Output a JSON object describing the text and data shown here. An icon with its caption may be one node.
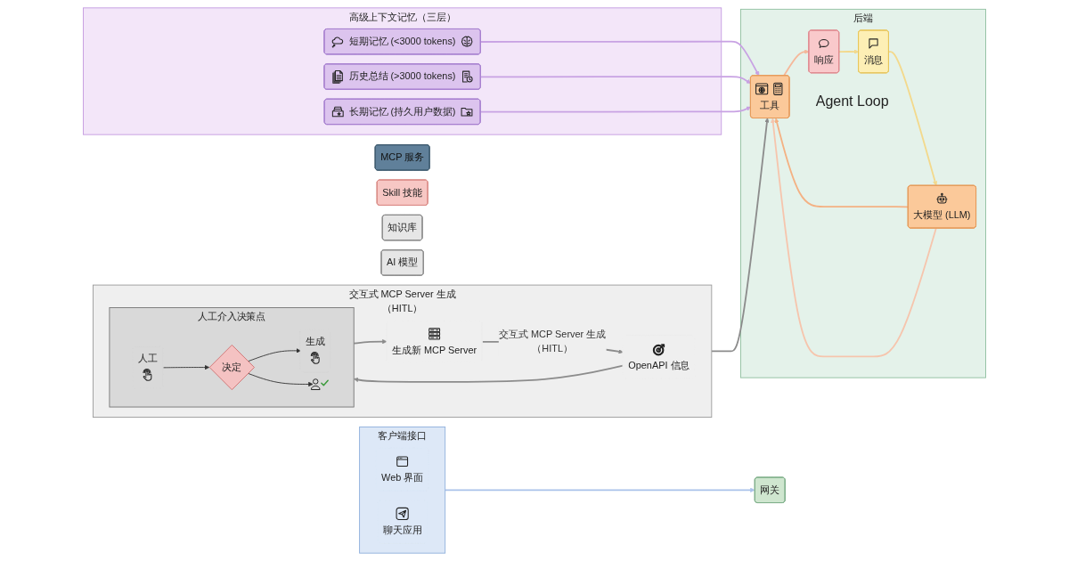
{
  "diagram": {
    "nodes": [
      {
        "text": [
          "客户端接口"
        ]
      },
      {
        "text": [
          "Web 界面"
        ],
        "in": 0
      },
      {
        "text": [
          "聊天应用"
        ],
        "in": 0
      },
      {
        "text": [
          "网关"
        ]
      },
      {
        "text": [
          "后端"
        ]
      },
      {
        "text": [
          "消息"
        ],
        "in": 4
      },
      {
        "text": [
          "响应"
        ],
        "in": 4
      },
      {
        "text": [
          "大模型 (LLM)"
        ],
        "in": 4
      },
      {
        "text": [
          "工具"
        ],
        "in": 4
      },
      {
        "text": [
          "高级上下文记忆（三层）"
        ]
      },
      {
        "text": [
          "短期记忆 (<3000 tokens)"
        ],
        "in": 9
      },
      {
        "text": [
          "历史总结 (>3000 tokens)"
        ],
        "in": 9
      },
      {
        "text": [
          "长期记忆 (持久用户数据)"
        ],
        "in": 9
      },
      {
        "text": [
          "MCP 服务"
        ]
      },
      {
        "text": [
          "Skill 技能"
        ]
      },
      {
        "text": [
          "知识库"
        ]
      },
      {
        "text": [
          "AI 模型"
        ]
      },
      {
        "text": [
          "交互式 MCP Server 生成（HITL）"
        ]
      },
      {
        "text": [
          "OpenAPI 信息"
        ],
        "in": 17
      },
      {
        "text": [
          "人工介入决策点"
        ],
        "in": 17
      },
      {
        "text": [
          "人工"
        ],
        "in": 19
      },
      {
        "text": [
          "决定"
        ],
        "in": 19
      },
      {
        "text": [
          "生成"
        ],
        "in": 19
      },
      {
        "text": [],
        "shape": "person",
        "in": 19
      },
      {
        "text": [
          "生成新 MCP Server"
        ],
        "in": 17
      }
    ],
    "edges": [
      {
        "from": 0,
        "to": 3,
        "arrow": "to",
        "color": "#a9c1ea"
      },
      {
        "from": 6,
        "to": 5,
        "arrow": "to",
        "color": "#f3d98c"
      },
      {
        "from": 5,
        "to": 7,
        "arrow": "to",
        "color": "#f3d98c"
      },
      {
        "from": 7,
        "to": 8,
        "arrow": "to",
        "color": "#f4b183"
      },
      {
        "from": 7,
        "to": 8,
        "arrow": "to",
        "color": "#f6c5ad"
      },
      {
        "from": 8,
        "to": 6,
        "arrow": "to",
        "color": "#f5b89a"
      },
      {
        "from": 10,
        "to": 8,
        "arrow": "to",
        "color": "#c8a2e3"
      },
      {
        "from": 11,
        "to": 8,
        "arrow": "to",
        "color": "#c8a2e3"
      },
      {
        "from": 12,
        "to": 8,
        "arrow": "to",
        "color": "#c8a2e3"
      },
      {
        "from": 17,
        "to": 8,
        "arrow": "to",
        "color": "#8c8c8c"
      },
      {
        "from": 18,
        "to": 19,
        "arrow": "to",
        "color": "#8c8c8c"
      },
      {
        "from": 20,
        "to": 21,
        "arrow": "to"
      },
      {
        "from": 21,
        "to": 22,
        "arrow": "to"
      },
      {
        "from": 21,
        "to": 23,
        "arrow": "to"
      },
      {
        "from": 19,
        "to": 24,
        "arrow": "to",
        "color": "#8c8c8c"
      },
      {
        "from": 24,
        "to": 18,
        "arrow": "to",
        "label": "交互式 MCP Server 生成（HITL）",
        "color": "#8c8c8c"
      }
    ],
    "labels": [
      "Agent Loop"
    ]
  }
}
